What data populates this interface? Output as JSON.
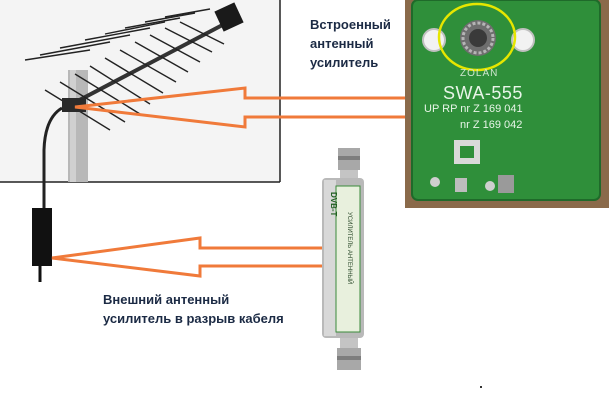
{
  "captions": {
    "built_in": [
      "Встроенный",
      "антенный",
      "усилитель"
    ],
    "external": [
      "Внешний антенный",
      "усилитель в разрыв кабеля"
    ]
  },
  "pcb_board": {
    "brand": "ZOLAN",
    "model": "SWA-555",
    "serial_line1": "UP RP nr Z 169 041",
    "serial_line2": "nr Z 169 042"
  },
  "external_amplifier": {
    "brand": "DVB-T",
    "label_text": "УСИЛИТЕЛЬ АНТЕННЫЙ"
  },
  "colors": {
    "arrow": "#f07a3a",
    "pcb_green": "#2f8f3a",
    "highlight_circle": "#e6e600",
    "caption_text": "#1b2a44"
  }
}
